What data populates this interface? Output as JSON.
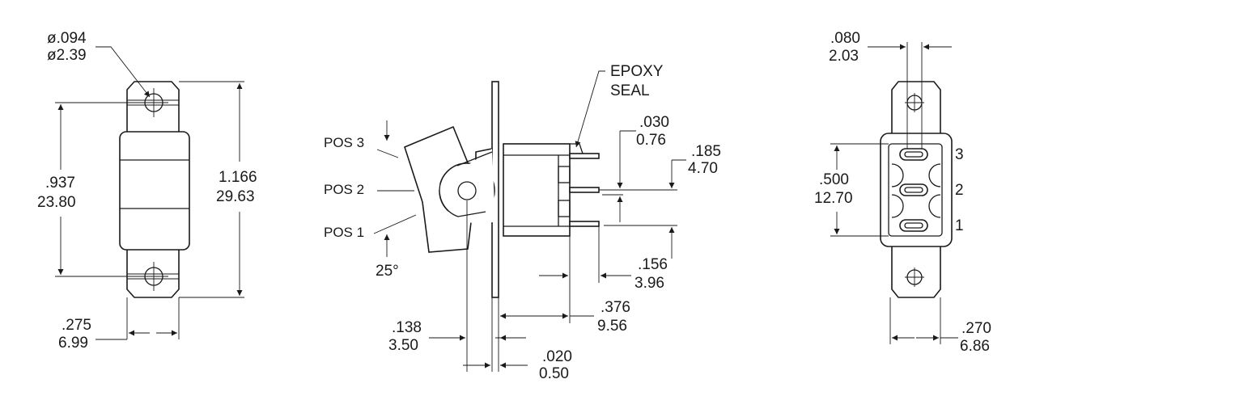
{
  "colors": {
    "ink": "#1a1a1a",
    "paper": "#ffffff"
  },
  "front_view": {
    "hole_dia_in": "ø.094",
    "hole_dia_mm": "ø2.39",
    "hole_spacing_in": ".937",
    "hole_spacing_mm": "23.80",
    "overall_length_in": "1.166",
    "overall_length_mm": "29.63",
    "width_in": ".275",
    "width_mm": "6.99"
  },
  "side_view": {
    "epoxy_label_1": "EPOXY",
    "epoxy_label_2": "SEAL",
    "pos3": "POS 3",
    "pos2": "POS 2",
    "pos1": "POS 1",
    "angle": "25°",
    "term_thick_in": ".030",
    "term_thick_mm": "0.76",
    "term_pitch_in": ".185",
    "term_pitch_mm": "4.70",
    "term_len_in": ".156",
    "term_len_mm": "3.96",
    "body_depth_in": ".376",
    "body_depth_mm": "9.56",
    "pivot_in": ".138",
    "pivot_mm": "3.50",
    "flange_in": ".020",
    "flange_mm": "0.50"
  },
  "rear_view": {
    "term_width_in": ".080",
    "term_width_mm": "2.03",
    "body_height_in": ".500",
    "body_height_mm": "12.70",
    "width_in": ".270",
    "width_mm": "6.86",
    "term3": "3",
    "term2": "2",
    "term1": "1"
  }
}
